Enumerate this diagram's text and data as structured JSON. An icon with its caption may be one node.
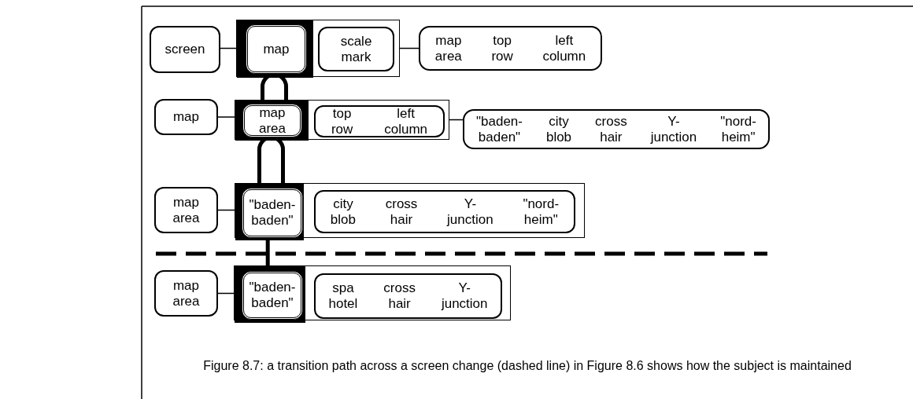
{
  "diagram": {
    "caption": "Figure 8.7: a transition path across a screen change (dashed line) in Figure 8.6 shows how the subject is maintained",
    "nodes": [
      {
        "text": [
          "screen"
        ]
      },
      {
        "text": [],
        "shape": "box"
      },
      {
        "text": [],
        "shape": "box",
        "in": 1
      },
      {
        "text": [
          "map"
        ],
        "in": 2
      },
      {
        "text": [
          "scale mark"
        ],
        "in": 1
      },
      {
        "text": [
          "map area",
          "top row",
          "left column"
        ]
      },
      {
        "text": [
          "map"
        ]
      },
      {
        "text": [],
        "shape": "box"
      },
      {
        "text": [],
        "shape": "box",
        "in": 7
      },
      {
        "text": [
          "map area"
        ],
        "in": 8
      },
      {
        "text": [
          "top row",
          "left column"
        ],
        "in": 7
      },
      {
        "text": [
          "\"baden- baden\"",
          "city blob",
          "cross hair",
          "Y- junction",
          "\"nord- heim\""
        ]
      },
      {
        "text": [
          "map area"
        ]
      },
      {
        "text": [],
        "shape": "box"
      },
      {
        "text": [],
        "shape": "box",
        "in": 13
      },
      {
        "text": [
          "\"baden- baden\""
        ],
        "in": 14
      },
      {
        "text": [
          "city blob",
          "cross hair",
          "Y- junction",
          "\"nord- heim\""
        ],
        "in": 13
      },
      {
        "text": [
          "map area"
        ]
      },
      {
        "text": [],
        "shape": "box"
      },
      {
        "text": [],
        "shape": "box",
        "in": 18
      },
      {
        "text": [
          "\"baden- baden\""
        ],
        "in": 19
      },
      {
        "text": [
          "spa hotel",
          "cross hair",
          "Y- junction"
        ],
        "in": 18
      }
    ],
    "edges": [
      {
        "from": 0,
        "to": 2,
        "arrow": "none"
      },
      {
        "from": 1,
        "to": 5,
        "arrow": "none"
      },
      {
        "from": 2,
        "to": 8,
        "arrow": "none",
        "style": "thick"
      },
      {
        "from": 6,
        "to": 8,
        "arrow": "none"
      },
      {
        "from": 7,
        "to": 11,
        "arrow": "none"
      },
      {
        "from": 8,
        "to": 14,
        "arrow": "none",
        "style": "thick"
      },
      {
        "from": 12,
        "to": 14,
        "arrow": "none"
      },
      {
        "from": 14,
        "to": 19,
        "arrow": "none",
        "style": "thick"
      },
      {
        "from": 17,
        "to": 19,
        "arrow": "none"
      }
    ]
  }
}
